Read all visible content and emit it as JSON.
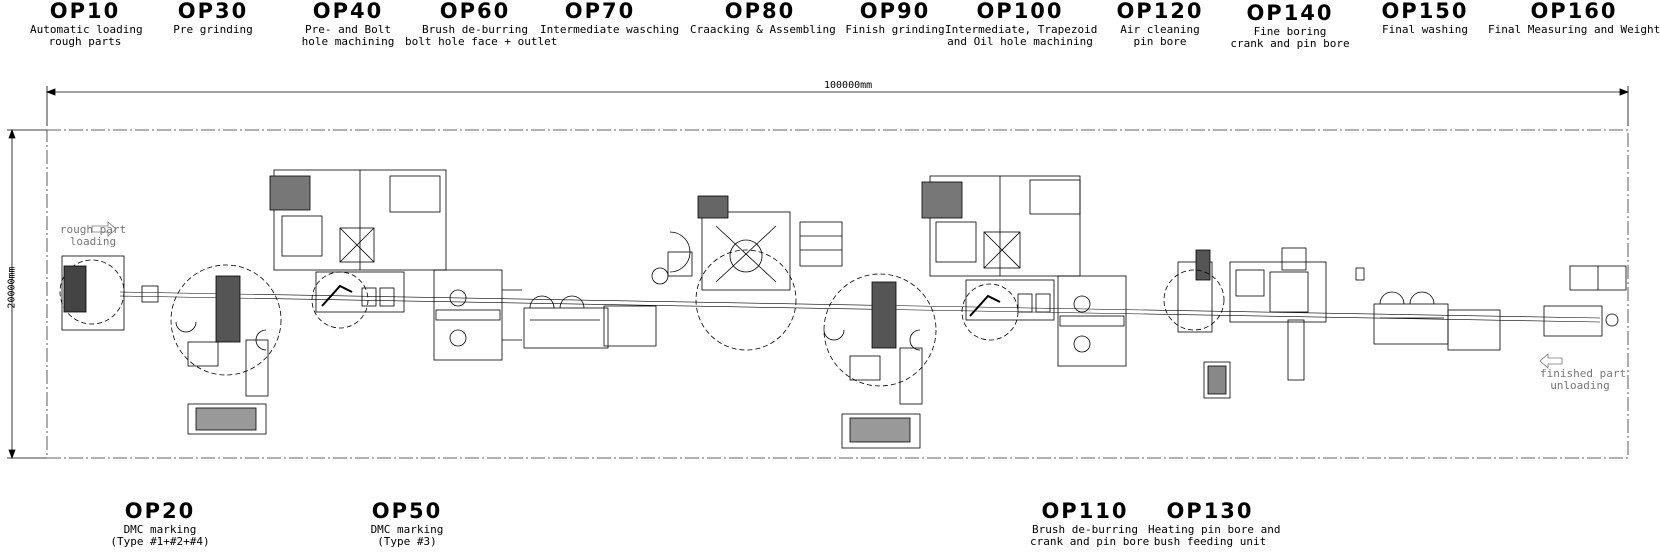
{
  "ops_top": [
    {
      "code": "OP10",
      "desc": "Automatic loading\nrough parts"
    },
    {
      "code": "OP30",
      "desc": "Pre grinding"
    },
    {
      "code": "OP40",
      "desc": "Pre- and Bolt\nhole machining"
    },
    {
      "code": "OP60",
      "desc": "Brush de-burring\nbolt hole face + outlet"
    },
    {
      "code": "OP70",
      "desc": "Intermediate wasching"
    },
    {
      "code": "OP80",
      "desc": "Craacking & Assembling"
    },
    {
      "code": "OP90",
      "desc": "Finish grinding"
    },
    {
      "code": "OP100",
      "desc": "Intermediate, Trapezoid\nand Oil hole machining"
    },
    {
      "code": "OP120",
      "desc": "Air cleaning\npin bore"
    },
    {
      "code": "OP140",
      "desc": "Fine boring\ncrank and pin bore"
    },
    {
      "code": "OP150",
      "desc": "Final washing"
    },
    {
      "code": "OP160",
      "desc": "Final Measuring and Weighting"
    }
  ],
  "ops_bottom": [
    {
      "code": "OP20",
      "desc": "DMC marking\n(Type #1+#2+#4)"
    },
    {
      "code": "OP50",
      "desc": "DMC marking\n(Type #3)"
    },
    {
      "code": "OP110",
      "desc": "Brush de-burring\ncrank and pin bore"
    },
    {
      "code": "OP130",
      "desc": "Heating pin bore and\nbush feeding unit"
    }
  ],
  "dimensions": {
    "length": "100000mm",
    "width": "20000mm"
  },
  "notes": {
    "loading": "rough part\nloading",
    "unloading": "finished part\nunloading"
  },
  "colors": {
    "line": "#000000",
    "boundary": "#333333",
    "note": "#777777"
  }
}
